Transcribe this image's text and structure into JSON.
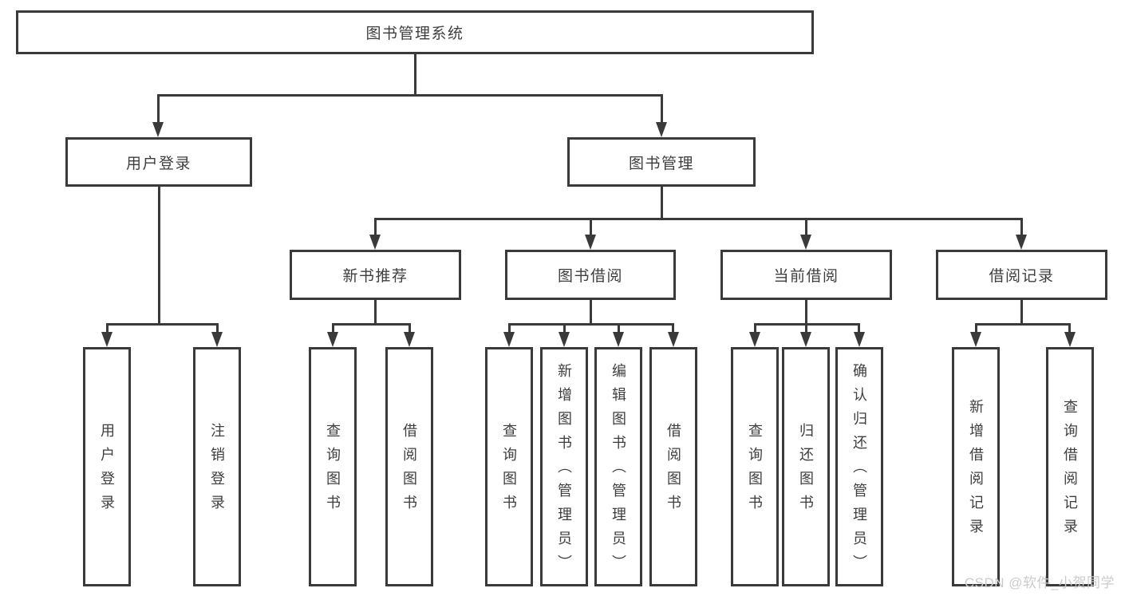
{
  "diagram_title": "图书管理系统",
  "nodes": {
    "root": "图书管理系统",
    "user_login": "用户登录",
    "book_mgmt": "图书管理",
    "new_book_rec": "新书推荐",
    "book_borrow": "图书借阅",
    "current_borrow": "当前借阅",
    "borrow_record": "借阅记录",
    "leaf_user_login": "用户登录",
    "leaf_logout": "注销登录",
    "leaf_query_book_1": "查询图书",
    "leaf_borrow_book_1": "借阅图书",
    "leaf_query_book_2": "查询图书",
    "leaf_add_book": "新增图书（管理员）",
    "leaf_edit_book": "编辑图书（管理员）",
    "leaf_borrow_book_2": "借阅图书",
    "leaf_query_book_3": "查询图书",
    "leaf_return_book": "归还图书",
    "leaf_confirm_return": "确认归还（管理员）",
    "leaf_add_record": "新增借阅记录",
    "leaf_query_record": "查询借阅记录"
  },
  "hierarchy": {
    "图书管理系统": {
      "用户登录": [
        "用户登录",
        "注销登录"
      ],
      "图书管理": {
        "新书推荐": [
          "查询图书",
          "借阅图书"
        ],
        "图书借阅": [
          "查询图书",
          "新增图书（管理员）",
          "编辑图书（管理员）",
          "借阅图书"
        ],
        "当前借阅": [
          "查询图书",
          "归还图书",
          "确认归还（管理员）"
        ],
        "借阅记录": [
          "新增借阅记录",
          "查询借阅记录"
        ]
      }
    }
  },
  "watermark": "CSDN @软件_小贺同学",
  "colors": {
    "line": "#3a3a3a",
    "text": "#3e3e3e",
    "watermark": "#cbcbcb",
    "background": "#ffffff"
  }
}
